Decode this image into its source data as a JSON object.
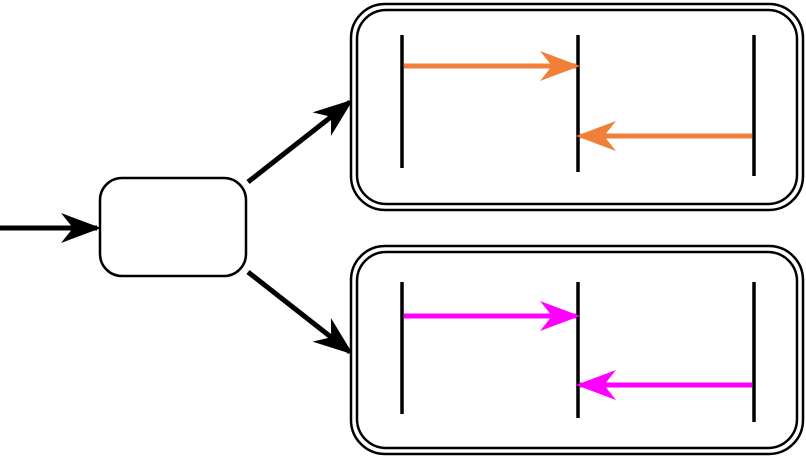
{
  "diagram": {
    "background": "#ffffff",
    "stroke_color": "#000000",
    "top_panel": {
      "arrow_color": "#f07f3a",
      "arrows": [
        {
          "direction": "right",
          "from_lane": 1,
          "to_lane": 2
        },
        {
          "direction": "left",
          "from_lane": 3,
          "to_lane": 2
        }
      ]
    },
    "bottom_panel": {
      "arrow_color": "#ff00ff",
      "arrows": [
        {
          "direction": "right",
          "from_lane": 1,
          "to_lane": 2
        },
        {
          "direction": "left",
          "from_lane": 3,
          "to_lane": 2
        }
      ]
    }
  }
}
